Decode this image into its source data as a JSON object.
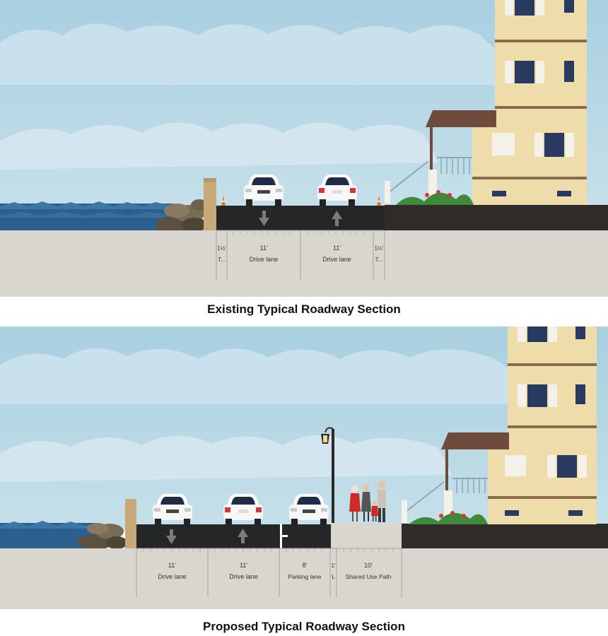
{
  "existing": {
    "title": "Existing Typical Roadway Section",
    "dimensions": [
      {
        "width": "1½'",
        "label": "T..."
      },
      {
        "width": "11'",
        "label": "Drive lane"
      },
      {
        "width": "11'",
        "label": "Drive lane"
      },
      {
        "width": "1½'",
        "label": "T..."
      }
    ],
    "lane_arrows": [
      "down",
      "up"
    ]
  },
  "proposed": {
    "title": "Proposed Typical Roadway Section",
    "dimensions": [
      {
        "width": "11'",
        "label": "Drive lane"
      },
      {
        "width": "11'",
        "label": "Drive lane"
      },
      {
        "width": "8'",
        "label": "Parking lane"
      },
      {
        "width": "1'",
        "label": "L"
      },
      {
        "width": "10'",
        "label": "Shared Use Path"
      }
    ],
    "lane_arrows": [
      "down",
      "up"
    ]
  },
  "colors": {
    "sky": "#b9d9e6",
    "cloud": "#cfe4ee",
    "water": "#2b5f8e",
    "asphalt": "#252626",
    "ground": "#d9d6d0",
    "building": "#eedcaa",
    "roof": "#6e4b3a",
    "window": "#283a60",
    "shutter": "#f4f1ea"
  },
  "icons": [
    "car-icon",
    "traffic-cone-icon",
    "street-lamp-icon",
    "pedestrian-icon",
    "arrow-up-icon",
    "arrow-down-icon"
  ]
}
